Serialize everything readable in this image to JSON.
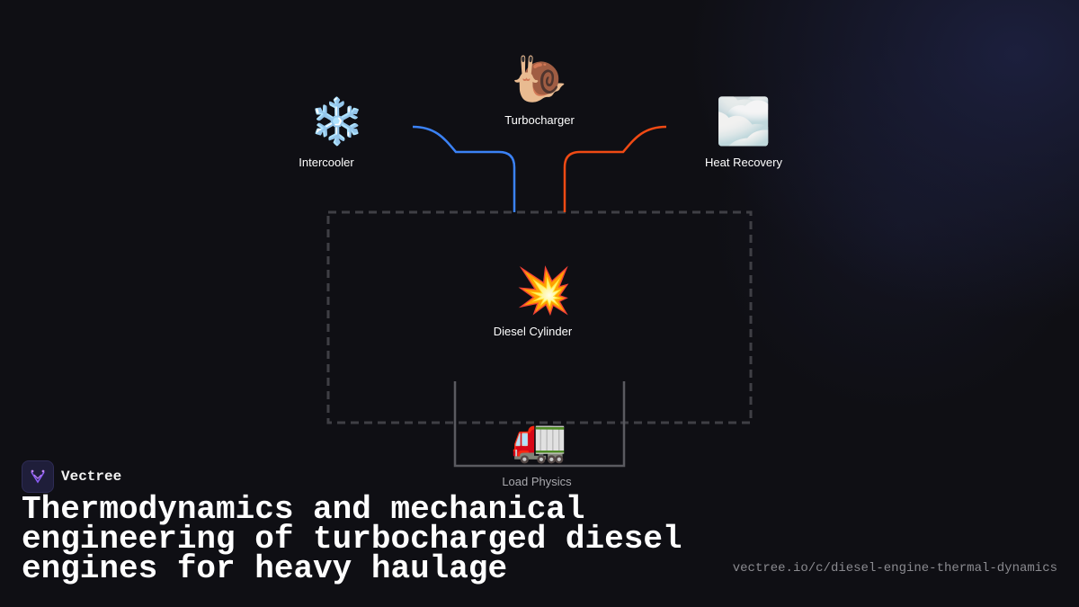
{
  "diagram": {
    "nodes": {
      "turbocharger": {
        "label": "Turbocharger",
        "icon": "snail",
        "emoji": "🐌"
      },
      "intercooler": {
        "label": "Intercooler",
        "icon": "snowflake",
        "emoji": "❄️"
      },
      "heat_recovery": {
        "label": "Heat Recovery",
        "icon": "fog-cloud",
        "emoji": "🌫️"
      },
      "diesel_cylinder": {
        "label": "Diesel Cylinder",
        "icon": "explosion",
        "emoji": "💥"
      },
      "load_physics": {
        "label": "Load Physics",
        "icon": "truck",
        "emoji": "🚛"
      }
    },
    "colors": {
      "intercooler_link": "#3b82f6",
      "heat_recovery_link": "#f04a14",
      "container_border": "#3f3f45",
      "load_bracket": "#5a5a60"
    }
  },
  "brand": {
    "name": "Vectree"
  },
  "title": "Thermodynamics and mechanical engineering of turbocharged diesel engines for heavy haulage",
  "url": "vectree.io/c/diesel-engine-thermal-dynamics"
}
